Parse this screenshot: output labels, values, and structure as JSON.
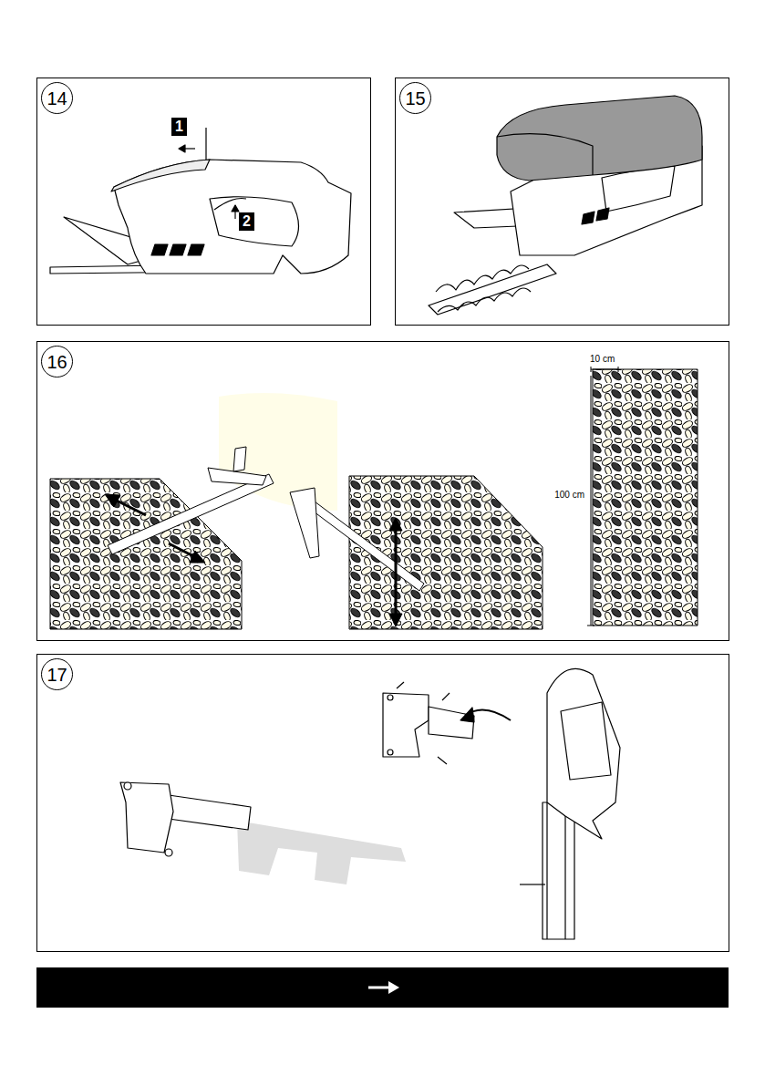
{
  "diagram": {
    "nodes": [
      {
        "text": [
          "14"
        ]
      },
      {
        "text": [
          "1"
        ]
      },
      {
        "text": [
          "2"
        ]
      },
      {
        "text": [
          "15"
        ]
      },
      {
        "text": [
          "16"
        ]
      },
      {
        "text": [
          "17"
        ]
      }
    ],
    "labels": [
      "10 cm",
      "100 cm"
    ]
  }
}
